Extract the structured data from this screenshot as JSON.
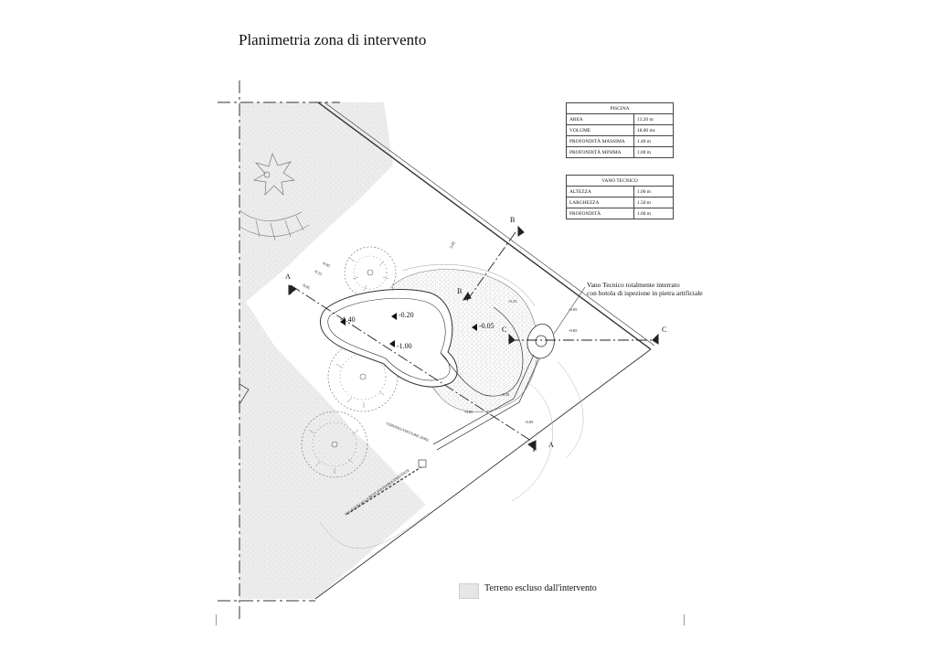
{
  "title": "Planimetria zona di intervento",
  "pool_table": {
    "header": "PISCINA",
    "rows": [
      {
        "label": "AREA",
        "value": "13.20 m"
      },
      {
        "label": "VOLUME",
        "value": "18.00 mc"
      },
      {
        "label": "PROFONDITÀ MASSIMA",
        "value": "1.40 m"
      },
      {
        "label": "PROFONDITÀ MINIMA",
        "value": "1.00 m"
      }
    ]
  },
  "tech_table": {
    "header": "VANO TECNICO",
    "rows": [
      {
        "label": "ALTEZZA",
        "value": "1.00 m"
      },
      {
        "label": "LARGHEZZA",
        "value": "1.50 m"
      },
      {
        "label": "PROFONDITÀ",
        "value": "1.00 m"
      }
    ]
  },
  "note": {
    "line1": "Vano Tecnico totalmente interrato",
    "line2": "con botola di ispezione in pietra artificiale"
  },
  "section_marks": {
    "a1": "A",
    "a2": "A",
    "b1": "B",
    "b2": "B",
    "c1": "C",
    "c2": "C"
  },
  "levels": {
    "deep": "-1.40",
    "shallow": "-1.00",
    "step": "-0.20",
    "deck": "-0.05",
    "l1": "-0.05",
    "l2": "-0.15",
    "l3": "-0.05",
    "l4": "-0.15",
    "l5": "-0.05",
    "l6": "-0.05",
    "l7": "-0.35",
    "l8": "-0.05",
    "l9": "-0.05",
    "dim": "3.45"
  },
  "labels": {
    "drainage": "VERDINO/VINT/LIKE EMEL",
    "connection": "ALLACCIO ALLA RETE FOGNARIA ESISTENTE"
  },
  "legend": {
    "text": "Terreno escluso dall'intervento"
  }
}
